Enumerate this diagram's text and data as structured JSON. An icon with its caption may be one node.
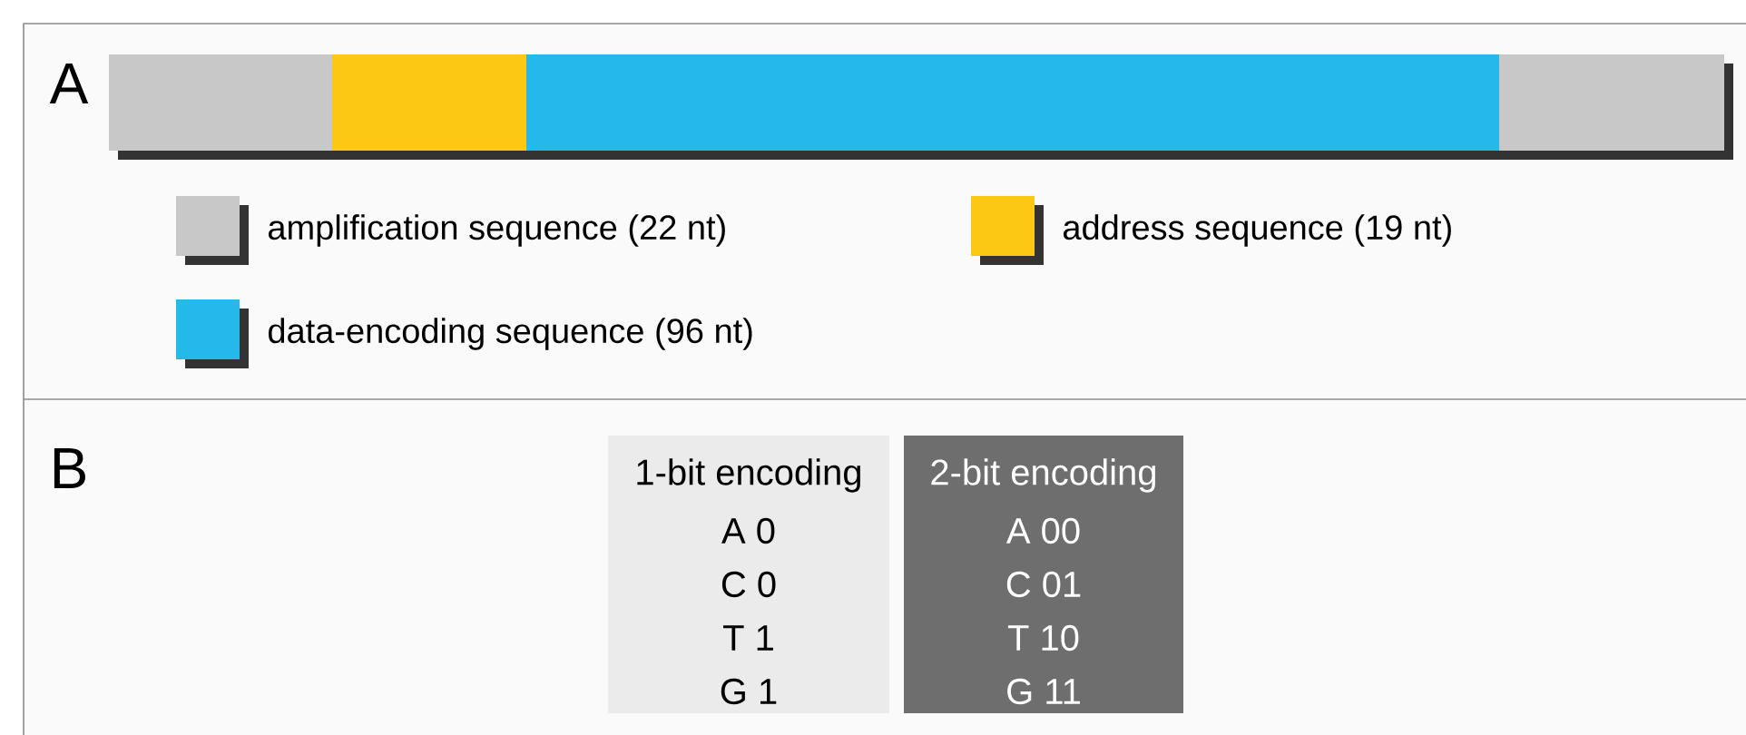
{
  "diagram": {
    "labels": [
      "A",
      "B",
      "1-bit encoding",
      "2-bit encoding",
      "A 0",
      "A 00",
      "C 0",
      "C 01",
      "T 1",
      "T 10",
      "G 1",
      "G 11"
    ],
    "legend": [
      {
        "text": "amplification sequence (22 nt)",
        "color": "#c8c8c8"
      },
      {
        "text": "address sequence (19 nt)",
        "color": "#fbc813"
      },
      {
        "text": "data-encoding sequence (96 nt)",
        "color": "#25b9ea"
      }
    ]
  }
}
